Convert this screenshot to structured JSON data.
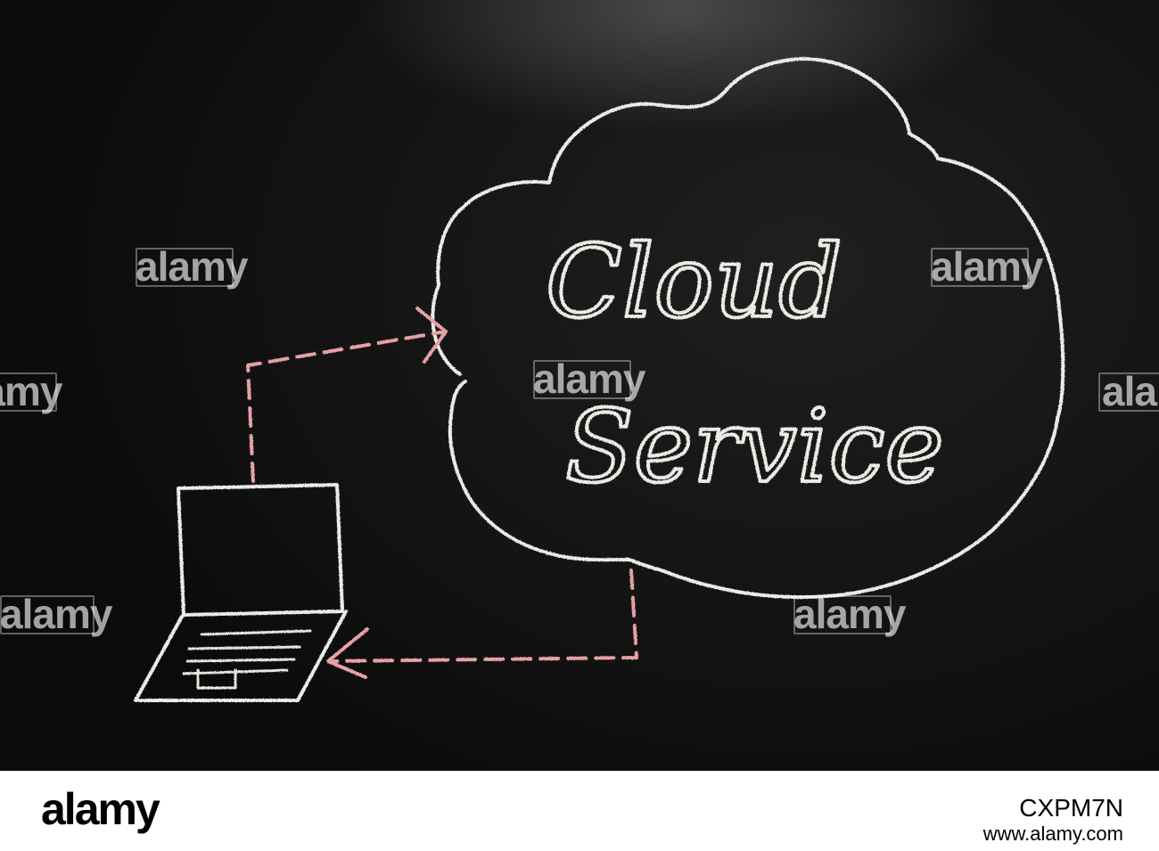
{
  "board": {
    "title_line_1": "Cloud",
    "title_line_2": "Service",
    "chalk_color": "#ecece6",
    "arrow_color": "#e7a2a6"
  },
  "watermarks": [
    "alamy",
    "alamy",
    "alamy",
    "alamy",
    "alamy",
    "alamy",
    "alamy"
  ],
  "footer": {
    "logo": "alamy",
    "image_id": "CXPM7N",
    "url": "www.alamy.com"
  }
}
